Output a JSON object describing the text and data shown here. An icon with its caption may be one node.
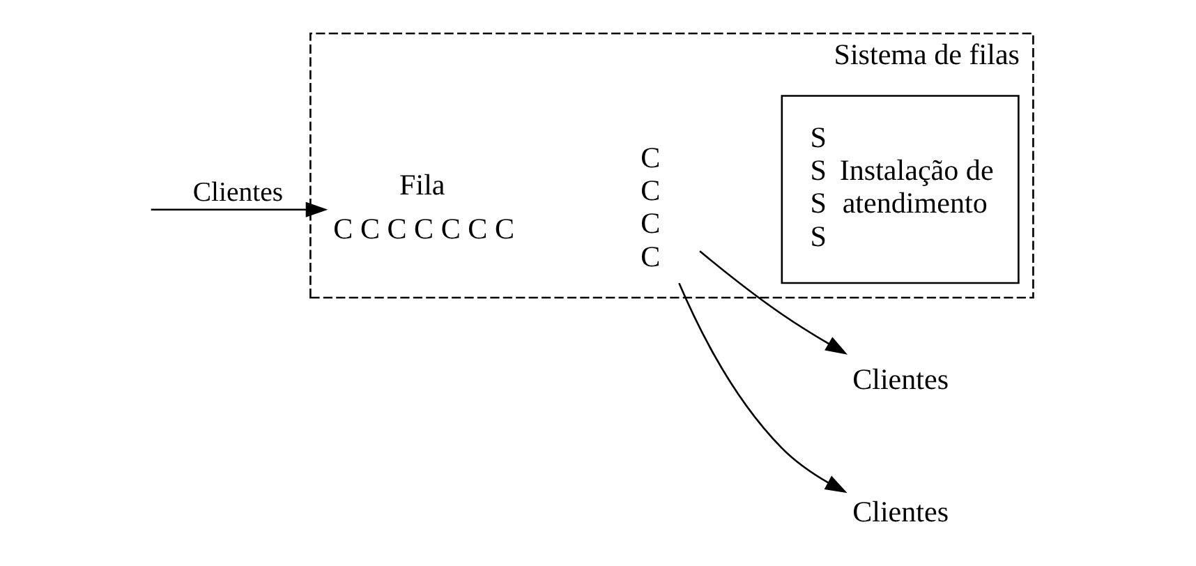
{
  "diagram": {
    "nodes": [
      {
        "text": [
          "Sistema de filas"
        ]
      },
      {
        "text": [
          "C C C C C C C"
        ],
        "beside": [
          "Fila"
        ],
        "in": 0
      },
      {
        "text": [
          "C C C C"
        ],
        "in": 0
      },
      {
        "text": [
          "S S S S",
          "Instalação de atendimento"
        ],
        "in": 0
      },
      {
        "text": [
          "Clientes"
        ]
      },
      {
        "text": [
          "Clientes"
        ]
      }
    ],
    "edges": [
      {
        "from": null,
        "to": 1,
        "arrow": "to",
        "label": "Clientes"
      },
      {
        "from": 2,
        "to": 4,
        "arrow": "to"
      },
      {
        "from": 2,
        "to": 5,
        "arrow": "to"
      }
    ]
  }
}
